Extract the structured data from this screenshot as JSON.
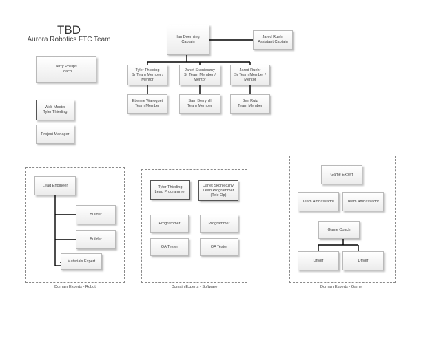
{
  "header": {
    "title": "TBD",
    "subtitle": "Aurora Robotics FTC Team"
  },
  "leadership": {
    "captain": {
      "name": "Ian Doernling",
      "role": "Captain"
    },
    "assistant": {
      "name": "Jared Ruehr",
      "role": "Assistant Captain"
    },
    "coach": {
      "name": "Terry Phillips",
      "role": "Coach"
    },
    "webmaster": {
      "role": "Web Master",
      "name": "Tyler Thieding"
    },
    "pm": {
      "role": "Project Manager"
    }
  },
  "senior_members": [
    {
      "name": "Tyler Thieding",
      "role": "Sr Team Member /",
      "role2": "Mentor"
    },
    {
      "name": "Janet Skonieczny",
      "role": "Sr Team Member /",
      "role2": "Mentor"
    },
    {
      "name": "Jared Ruehr",
      "role": "Sr Team Member /",
      "role2": "Mentor"
    }
  ],
  "team_members": [
    {
      "name": "Etienne Waroquet",
      "role": "Team Member"
    },
    {
      "name": "Sam Berryhill",
      "role": "Team Member"
    },
    {
      "name": "Ben Ruiz",
      "role": "Team Member"
    }
  ],
  "robot": {
    "label": "Domain Experts - Robot",
    "lead": "Lead Engineer",
    "builder1": "Builder",
    "builder2": "Builder",
    "materials": "Materials Expert"
  },
  "software": {
    "label": "Domain Experts - Software",
    "lead1": {
      "name": "Tyler Thieding",
      "role": "Lead Programmer"
    },
    "lead2": {
      "name": "Janet Skonieczny",
      "role": "Lead Programmer",
      "role2": "(Tele Op)"
    },
    "prog1": "Programmer",
    "prog2": "Programmer",
    "qa1": "QA Tester",
    "qa2": "QA Tester"
  },
  "game": {
    "label": "Domain Experts - Game",
    "expert": "Game Expert",
    "amb1": "Team Ambassador",
    "amb2": "Team Ambassador",
    "coach": "Game Coach",
    "driver1": "Driver",
    "driver2": "Driver"
  }
}
